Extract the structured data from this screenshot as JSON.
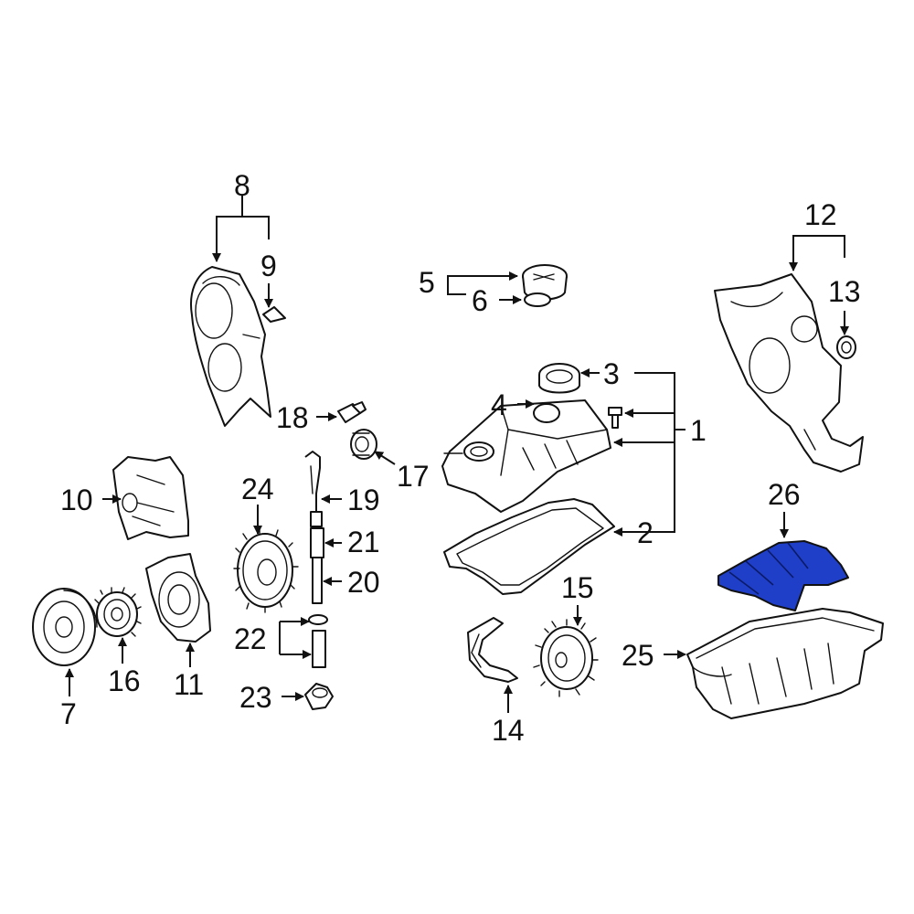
{
  "diagram": {
    "highlight_color": "#1f3fc8",
    "line_color": "#111111",
    "background": "#ffffff",
    "callouts": {
      "c1": "1",
      "c2": "2",
      "c3": "3",
      "c4": "4",
      "c5": "5",
      "c6": "6",
      "c7": "7",
      "c8": "8",
      "c9": "9",
      "c10": "10",
      "c11": "11",
      "c12": "12",
      "c13": "13",
      "c14": "14",
      "c15": "15",
      "c16": "16",
      "c17": "17",
      "c18": "18",
      "c19": "19",
      "c20": "20",
      "c21": "21",
      "c22": "22",
      "c23": "23",
      "c24": "24",
      "c25": "25",
      "c26": "26"
    }
  }
}
